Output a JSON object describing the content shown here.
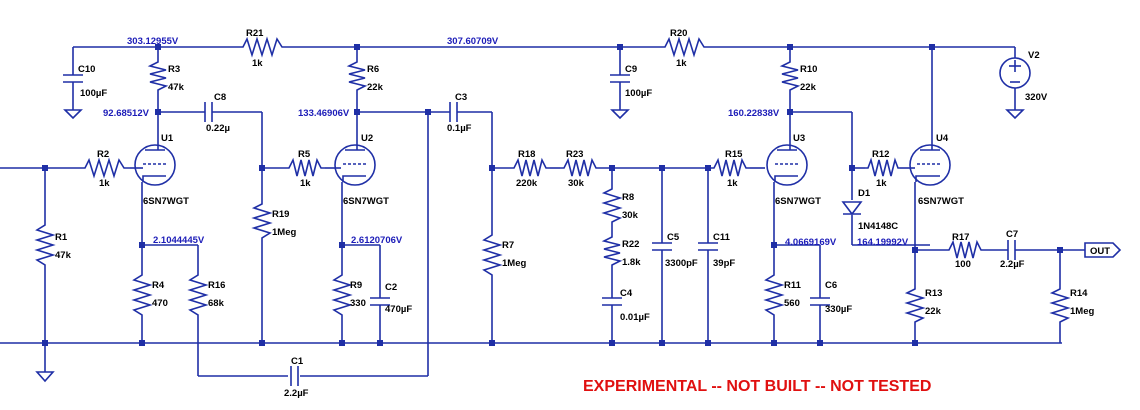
{
  "warning": "EXPERIMENTAL -- NOT BUILT -- NOT TESTED",
  "output_label": "OUT",
  "voltages": {
    "v_303": "303.12955V",
    "v_307": "307.60709V",
    "v_92": "92.68512V",
    "v_133": "133.46906V",
    "v_160": "160.22838V",
    "v_2104": "2.1044445V",
    "v_2612": "2.6120706V",
    "v_4066": "4.0669169V",
    "v_164": "164.19992V"
  },
  "components": {
    "R1": {
      "name": "R1",
      "value": "47k"
    },
    "R2": {
      "name": "R2",
      "value": "1k"
    },
    "R3": {
      "name": "R3",
      "value": "47k"
    },
    "R4": {
      "name": "R4",
      "value": "470"
    },
    "R5": {
      "name": "R5",
      "value": "1k"
    },
    "R6": {
      "name": "R6",
      "value": "22k"
    },
    "R7": {
      "name": "R7",
      "value": "1Meg"
    },
    "R8": {
      "name": "R8",
      "value": "30k"
    },
    "R9": {
      "name": "R9",
      "value": "330"
    },
    "R10": {
      "name": "R10",
      "value": "22k"
    },
    "R11": {
      "name": "R11",
      "value": "560"
    },
    "R12": {
      "name": "R12",
      "value": "1k"
    },
    "R13": {
      "name": "R13",
      "value": "22k"
    },
    "R14": {
      "name": "R14",
      "value": "1Meg"
    },
    "R15": {
      "name": "R15",
      "value": "1k"
    },
    "R16": {
      "name": "R16",
      "value": "68k"
    },
    "R17": {
      "name": "R17",
      "value": "100"
    },
    "R18": {
      "name": "R18",
      "value": "220k"
    },
    "R19": {
      "name": "R19",
      "value": "1Meg"
    },
    "R20": {
      "name": "R20",
      "value": "1k"
    },
    "R21": {
      "name": "R21",
      "value": "1k"
    },
    "R22": {
      "name": "R22",
      "value": "1.8k"
    },
    "R23": {
      "name": "R23",
      "value": "30k"
    },
    "C1": {
      "name": "C1",
      "value": "2.2µF"
    },
    "C2": {
      "name": "C2",
      "value": "470µF"
    },
    "C3": {
      "name": "C3",
      "value": "0.1µF"
    },
    "C4": {
      "name": "C4",
      "value": "0.01µF"
    },
    "C5": {
      "name": "C5",
      "value": "3300pF"
    },
    "C6": {
      "name": "C6",
      "value": "330µF"
    },
    "C7": {
      "name": "C7",
      "value": "2.2µF"
    },
    "C8": {
      "name": "C8",
      "value": "0.22µ"
    },
    "C9": {
      "name": "C9",
      "value": "100µF"
    },
    "C10": {
      "name": "C10",
      "value": "100µF"
    },
    "C11": {
      "name": "C11",
      "value": "39pF"
    },
    "D1": {
      "name": "D1",
      "value": "1N4148C"
    },
    "V2": {
      "name": "V2",
      "value": "320V"
    },
    "U1": {
      "name": "U1",
      "value": "6SN7WGT"
    },
    "U2": {
      "name": "U2",
      "value": "6SN7WGT"
    },
    "U3": {
      "name": "U3",
      "value": "6SN7WGT"
    },
    "U4": {
      "name": "U4",
      "value": "6SN7WGT"
    }
  }
}
